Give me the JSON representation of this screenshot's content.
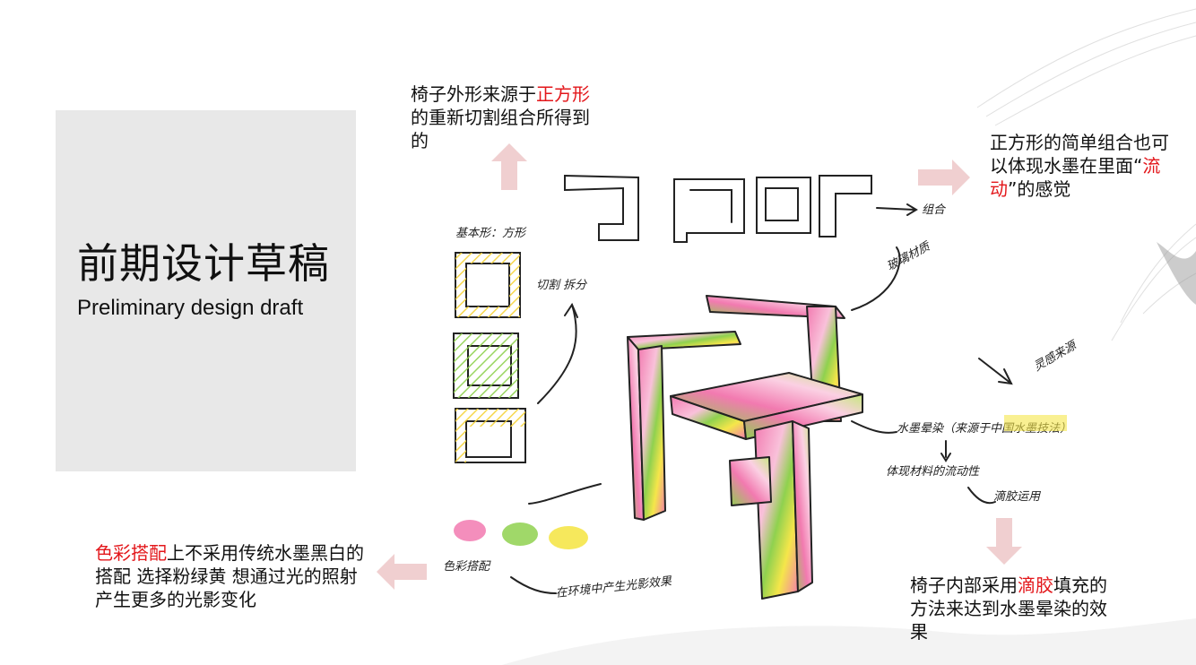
{
  "title": {
    "cn": "前期设计草稿",
    "en": "Preliminary design draft"
  },
  "notes": {
    "top": {
      "pre": "椅子外形来源于",
      "highlight": "正方形",
      "post": "的重新切割组合所得到的"
    },
    "right": {
      "pre": "正方形的简单组合也可以体现水墨在里面“",
      "highlight": "流动",
      "post": "”的感觉"
    },
    "left": {
      "highlight": "色彩搭配",
      "post": "上不采用传统水墨黑白的搭配 选择粉绿黄 想通过光的照射 产生更多的光影变化"
    },
    "bottom": {
      "pre": "椅子内部采用",
      "highlight": "滴胶",
      "post": "填充的方法来达到水墨晕染的效果"
    }
  },
  "sketch_labels": {
    "basic_shape": "基本形：方形",
    "cut_split": "切割 拆分",
    "combine": "组合",
    "glass_panel": "玻璃材质",
    "inspiration": "灵感来源",
    "ink_dye": "水墨晕染（来源于中国水墨技法）",
    "material_flow": "体现材料的流动性",
    "drip_glue": "滴胶运用",
    "color_match": "色彩搭配",
    "light_shadow": "在环境中产生光影效果"
  },
  "colors": {
    "accent_red": "#e3171b",
    "arrow_pink": "#f0cfd0",
    "panel_gray": "#e8e8e8",
    "pink": "#f27ab0",
    "green": "#8fd14f",
    "yellow": "#f5e64a"
  }
}
